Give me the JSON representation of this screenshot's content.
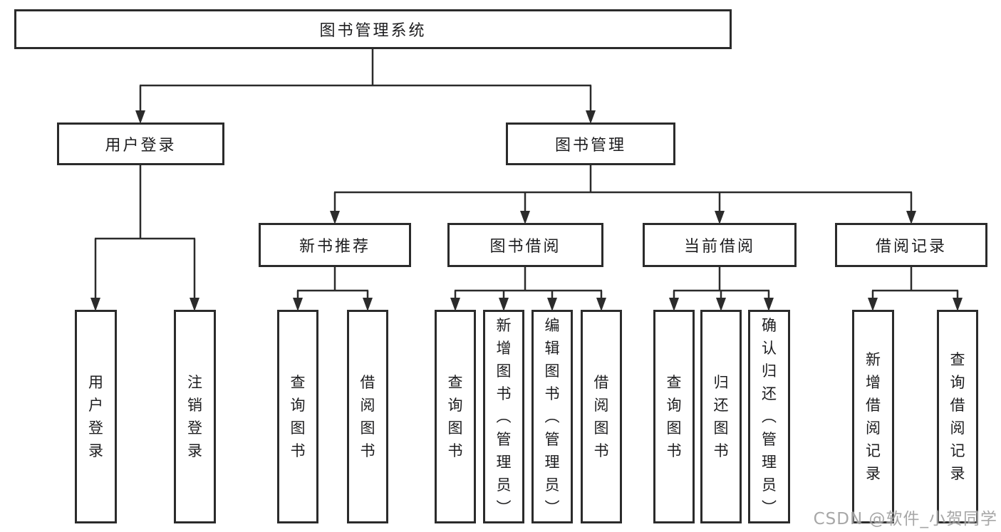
{
  "diagram": {
    "nodes": {
      "root": "图书管理系统",
      "login": "用户登录",
      "mgmt": "图书管理",
      "newbook": "新书推荐",
      "borrow": "图书借阅",
      "current": "当前借阅",
      "records": "借阅记录",
      "login_user": "用户登录",
      "login_logout": "注销登录",
      "newbook_query": "查询图书",
      "newbook_borrow": "借阅图书",
      "borrow_query": "查询图书",
      "borrow_add": "新增图书（管理员）",
      "borrow_edit": "编辑图书（管理员）",
      "borrow_borrow": "借阅图书",
      "current_query": "查询图书",
      "current_return": "归还图书",
      "current_confirm": "确认归还（管理员）",
      "records_add": "新增借阅记录",
      "records_query": "查询借阅记录"
    },
    "colors": {
      "line": "#2b2b2b",
      "text": "#1d1d1f",
      "background": "#ffffff",
      "watermark": "#a0a0a0"
    }
  },
  "watermark": {
    "text": "CSDN @软件_小贺同学"
  }
}
